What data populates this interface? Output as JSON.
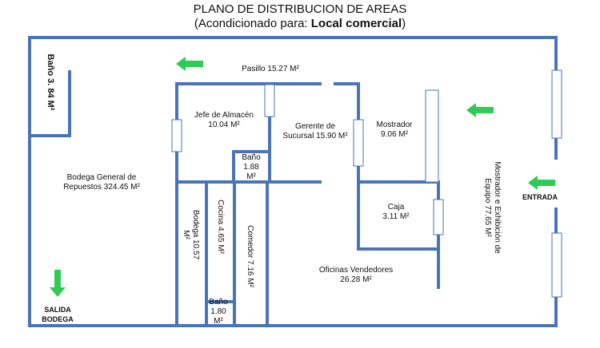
{
  "title": {
    "line1": "PLANO DE DISTRIBUCION DE AREAS",
    "line2_prefix": "(Acondicionado para: ",
    "line2_bold": "Local comercial",
    "line2_suffix": ")"
  },
  "rooms": {
    "bano_top_left": "Baño 3. 84 M²",
    "pasillo": "Pasillo 15.27 M²",
    "jefe_almacen": "Jefe de Almacén\n10.04 M²",
    "gerente": "Gerente de\nSucursal 15.90 M²",
    "mostrador": "Mostrador\n9.06 M²",
    "bodega_general": "Bodega General de\nRepuestos 324.45 M²",
    "bano_center": "Baño\n1.88\nM²",
    "caja": "Caja\n3.11 M²",
    "mostrador_exhibicion": "Mostrador e Exhibición de\nEquipo 77.65 M²",
    "entrada": "ENTRADA",
    "bodega_small": "Bodega 10.57\nM²",
    "cocina": "Cocina 4.65 M²",
    "comedor": "Comedor 7.16 M²",
    "oficinas": "Oficinas Vendedores\n26.28 M²",
    "bano_bottom": "Baño\n1.80\nM²",
    "salida": "SALIDA\nBODEGA"
  },
  "colors": {
    "wall": "#4a74b5",
    "arrow": "#2ecc52",
    "window": "#ffffff"
  },
  "icons": [
    "arrow-left-icon",
    "arrow-left-icon",
    "arrow-left-icon",
    "arrow-down-icon"
  ]
}
